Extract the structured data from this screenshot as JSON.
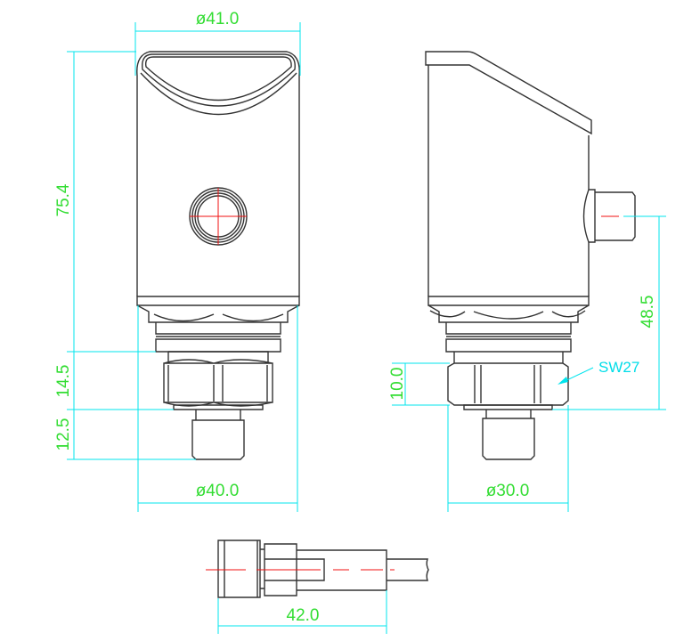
{
  "dimensions": {
    "front_top_diameter": "ø41.0",
    "front_height": "75.4",
    "thread_section": "14.5",
    "fitting_length": "12.5",
    "front_base_diameter": "ø40.0",
    "nut_height": "10.0",
    "connector_height": "48.5",
    "wrench_size": "SW27",
    "side_base_diameter": "ø30.0",
    "plug_length": "42.0"
  },
  "colors": {
    "outline": "#333333",
    "dimension": "#00e5ee",
    "dimension_text": "#33dd33",
    "centerline": "#f01010"
  }
}
